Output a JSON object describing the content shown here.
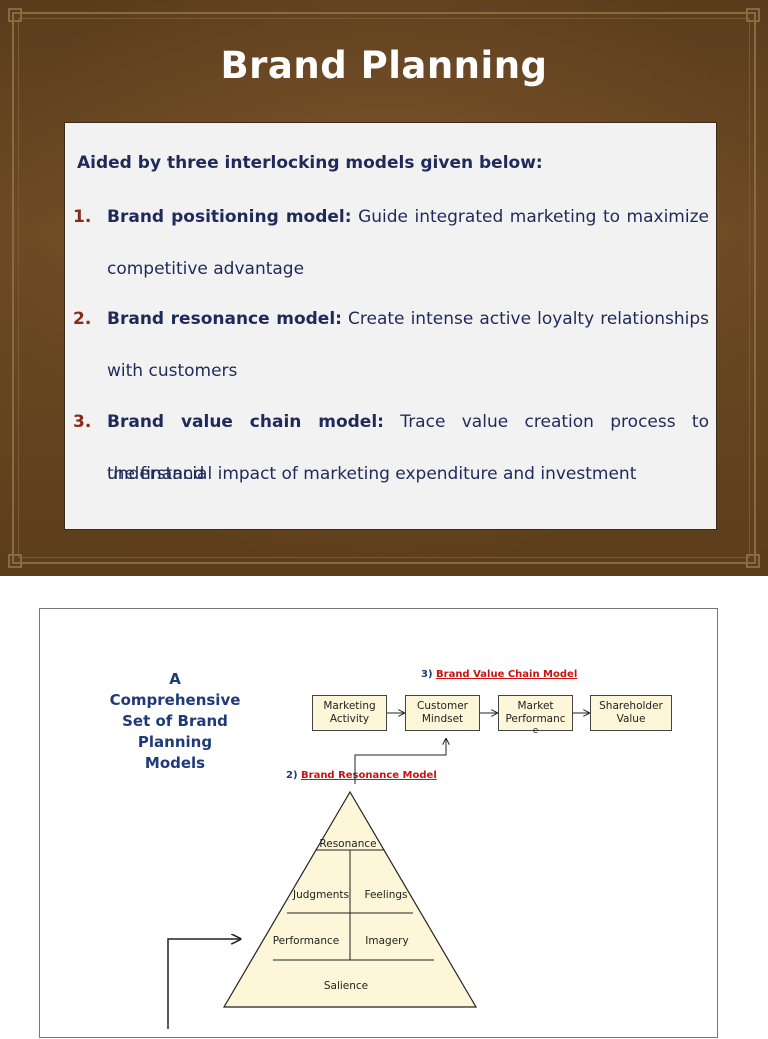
{
  "slide": {
    "title": "Brand Planning",
    "intro": "Aided by three interlocking models given below:",
    "items": [
      {
        "num": "1.",
        "bold": "Brand positioning model:",
        "text": " Guide integrated marketing to maximize",
        "cont": "competitive advantage"
      },
      {
        "num": "2.",
        "bold": "Brand resonance model:",
        "text": " Create intense active loyalty relationships",
        "cont": "with customers"
      },
      {
        "num": "3.",
        "bold": "Brand value chain model:",
        "text": " Trace value creation process to understand",
        "cont": "the financial impact of marketing expenditure and investment"
      }
    ]
  },
  "figure": {
    "heading": [
      "A",
      "Comprehensive",
      "Set of Brand",
      "Planning",
      "Models"
    ],
    "value_chain": {
      "prefix": "3)",
      "title": "Brand Value Chain Model",
      "boxes": [
        [
          "Marketing",
          "Activity"
        ],
        [
          "Customer",
          "Mindset"
        ],
        [
          "Market",
          "Performanc",
          "e"
        ],
        [
          "Shareholder",
          "Value"
        ]
      ]
    },
    "resonance": {
      "prefix": "2)",
      "title": "Brand Resonance Model",
      "levels": {
        "top": "Resonance",
        "mid_left": "Judgments",
        "mid_right": "Feelings",
        "low_left": "Performance",
        "low_right": "Imagery",
        "base": "Salience"
      }
    },
    "colors": {
      "box_fill": "#fdf6d8",
      "title_blue": "#1f3a7a",
      "link_red": "#cc1111"
    }
  }
}
